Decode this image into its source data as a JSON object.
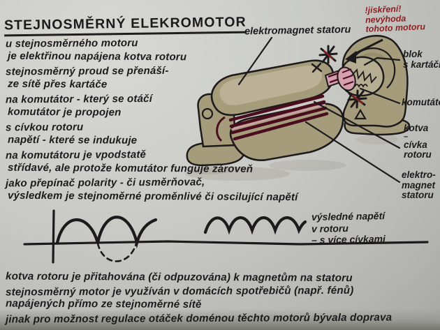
{
  "title": "STEJNOSMĚRNÝ ELEKROMOTOR",
  "notes": {
    "lines": [
      "u stejnosměrného motoru",
      "je elektřinou napájena kotva rotoru",
      "stejnosměrný proud se přenáší-",
      "ze sítě přes kartáče",
      "na komutátor - který se otáčí",
      "komutátor je propojen",
      "s cívkou rotoru",
      "napětí - které se indukuje",
      "na komutátoru je vpodstatě",
      "střídavé, ale protože komutátor funguje zároveň",
      "jako přepínač polarity - či usměrňovač,",
      "výsledkem je stejnoměrné proměnlivé či oscilující napětí"
    ]
  },
  "diagram": {
    "top_label": "elektromagnet statoru",
    "warning": {
      "line1": "!jiskření!",
      "line2": "nevýhoda",
      "line3": "tohoto motoru"
    },
    "parts": [
      {
        "lines": [
          "blok",
          "s kartáči"
        ]
      },
      {
        "lines": [
          "komutátor"
        ]
      },
      {
        "lines": [
          "kotva",
          "–",
          "cívka",
          "rotoru"
        ]
      },
      {
        "lines": [
          "elektro-",
          "magnet",
          "statoru"
        ]
      }
    ]
  },
  "waveform": {
    "caption": [
      "výsledné napětí",
      "v rotoru",
      "– s více cívkami"
    ]
  },
  "footer": {
    "lines": [
      "kotva rotoru je přitahována (či odpuzována) k magnetům na statoru",
      "stejnosměrný motor je využíván v domácích spotřebičů (např. fénů)",
      "napájených přímo ze stejnoměrné sítě",
      "jinak pro možnost regulace otáček doménou těchto motorů bývala doprava"
    ]
  },
  "colors": {
    "paper": "#c9cac6",
    "ink": "#1d1a1b",
    "accent_red": "#8e2023",
    "motor_olive": "#a59c7c",
    "motor_olive_light": "#bcb49a",
    "coil_maroon": "#4a0d1d",
    "coil_pink": "#d4a0b0"
  }
}
